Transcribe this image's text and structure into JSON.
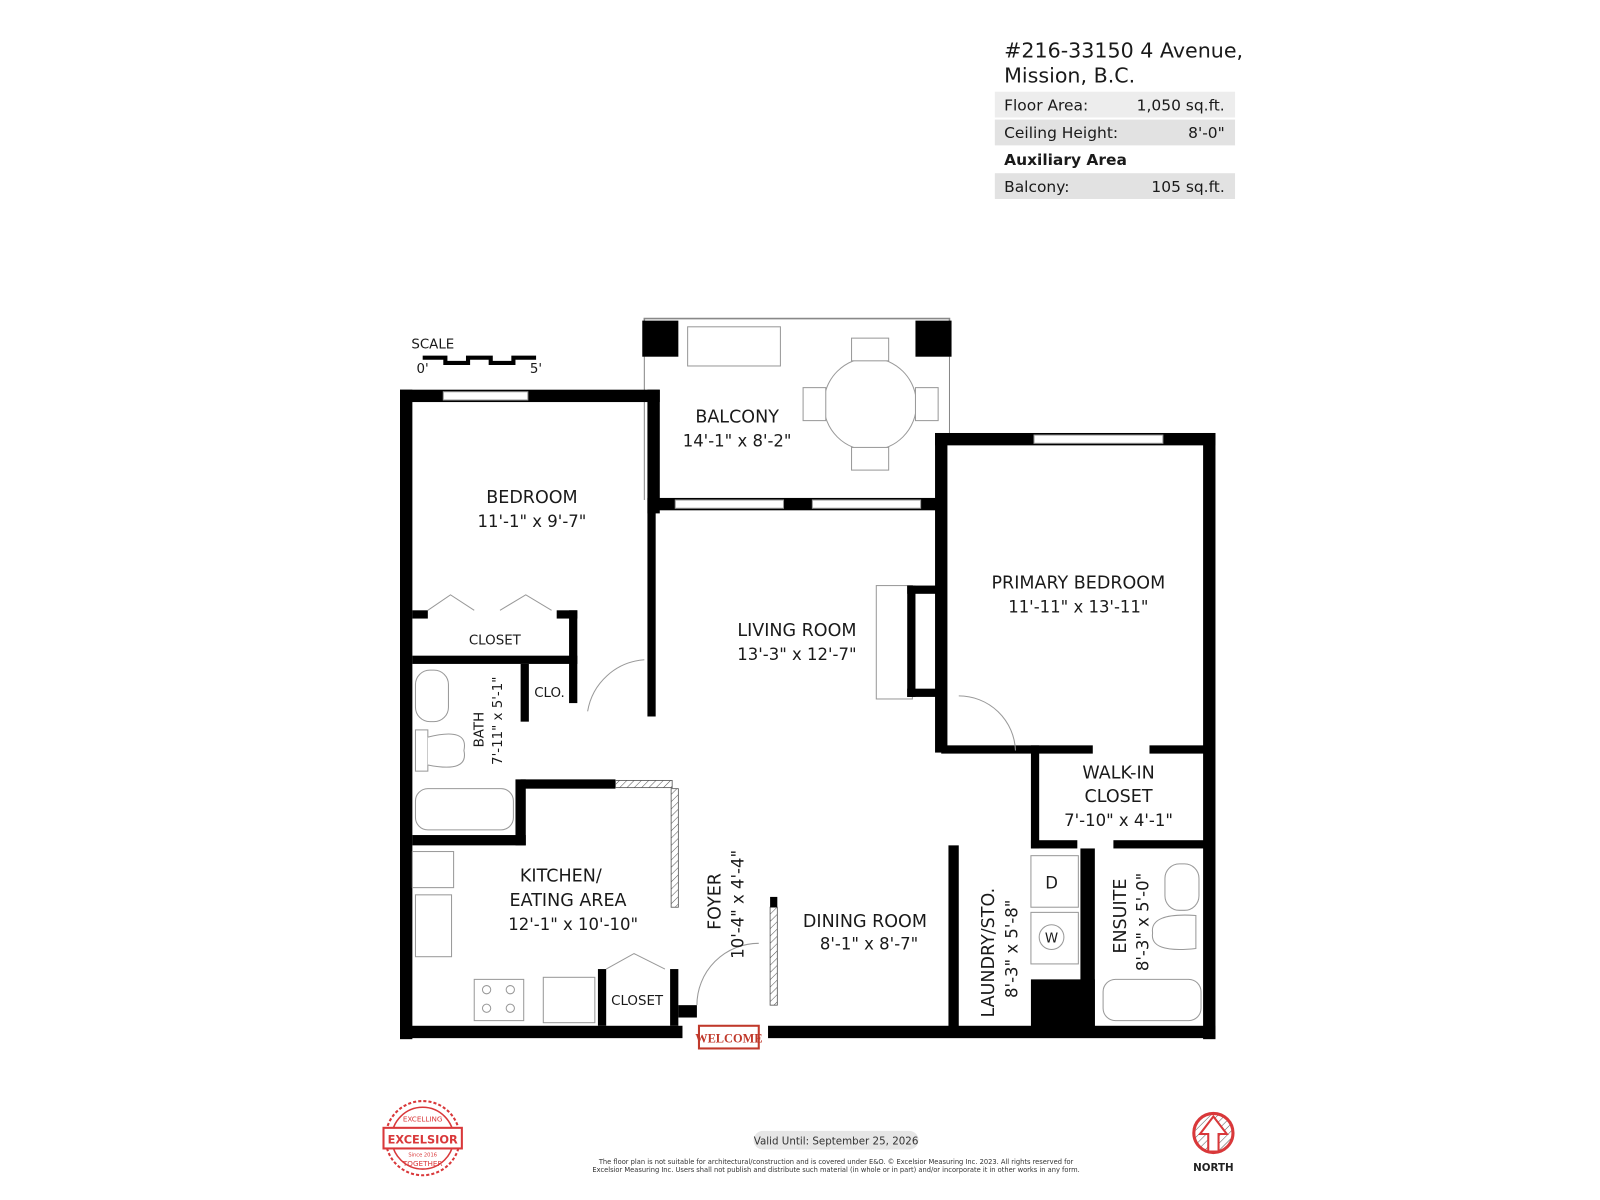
{
  "header": {
    "address_line1": "#216-33150 4 Avenue,",
    "address_line2": "Mission, B.C.",
    "rows": [
      {
        "label": "Floor Area:",
        "value": "1,050 sq.ft."
      },
      {
        "label": "Ceiling Height:",
        "value": "8'-0\""
      }
    ],
    "auxiliary_heading": "Auxiliary Area",
    "aux_rows": [
      {
        "label": "Balcony:",
        "value": "105 sq.ft."
      }
    ]
  },
  "scale": {
    "label": "SCALE",
    "start": "0'",
    "end": "5'"
  },
  "rooms": {
    "balcony": {
      "name": "BALCONY",
      "dims": "14'-1\"  x  8'-2\""
    },
    "bedroom": {
      "name": "BEDROOM",
      "dims": "11'-1\"  x  9'-7\""
    },
    "closet1": {
      "name": "CLOSET"
    },
    "clo": {
      "name": "CLO."
    },
    "bath": {
      "name": "BATH",
      "dims": "7'-11\" x 5'-1\""
    },
    "living": {
      "name": "LIVING ROOM",
      "dims": "13'-3\"  x  12'-7\""
    },
    "primary": {
      "name": "PRIMARY BEDROOM",
      "dims": "11'-11\"  x  13'-11\""
    },
    "walkin": {
      "name1": "WALK-IN",
      "name2": "CLOSET",
      "dims": "7'-10\"  x   4'-1\""
    },
    "kitchen": {
      "name1": "KITCHEN/",
      "name2": "EATING AREA",
      "dims": "12'-1\"  x 10'-10\""
    },
    "foyer": {
      "name": "FOYER",
      "dims": "10'-4\" x 4'-4\""
    },
    "dining": {
      "name": "DINING ROOM",
      "dims": "8'-1\"  x  8'-7\""
    },
    "laundry": {
      "name": "LAUNDRY/STO.",
      "dims": "8'-3\"  x  5'-8\""
    },
    "ensuite": {
      "name": "ENSUITE",
      "dims": "8'-3\"  x  5'-0\""
    },
    "closet2": {
      "name": "CLOSET"
    },
    "dryer": "D",
    "washer": "W"
  },
  "welcome_mat": "WELCOME",
  "footer": {
    "valid_until": "Valid Until: September 25, 2026",
    "disclaimer1": "The floor plan is not suitable for architectural/construction and is covered under E&O. © Excelsior Measuring Inc. 2023. All rights reserved for",
    "disclaimer2": "Excelsior Measuring Inc. Users shall not publish and distribute such material (in whole or in part) and/or incorporate it in other works in any form.",
    "logo_text": [
      "EXCELLING",
      "EXCELSIOR",
      "Since 2016",
      "TOGETHER"
    ],
    "north_label": "NORTH"
  },
  "colors": {
    "logo_red": "#d9383a",
    "wall": "#000000",
    "table_bg": "#ebebeb",
    "pill_bg": "#e6e6e6"
  }
}
